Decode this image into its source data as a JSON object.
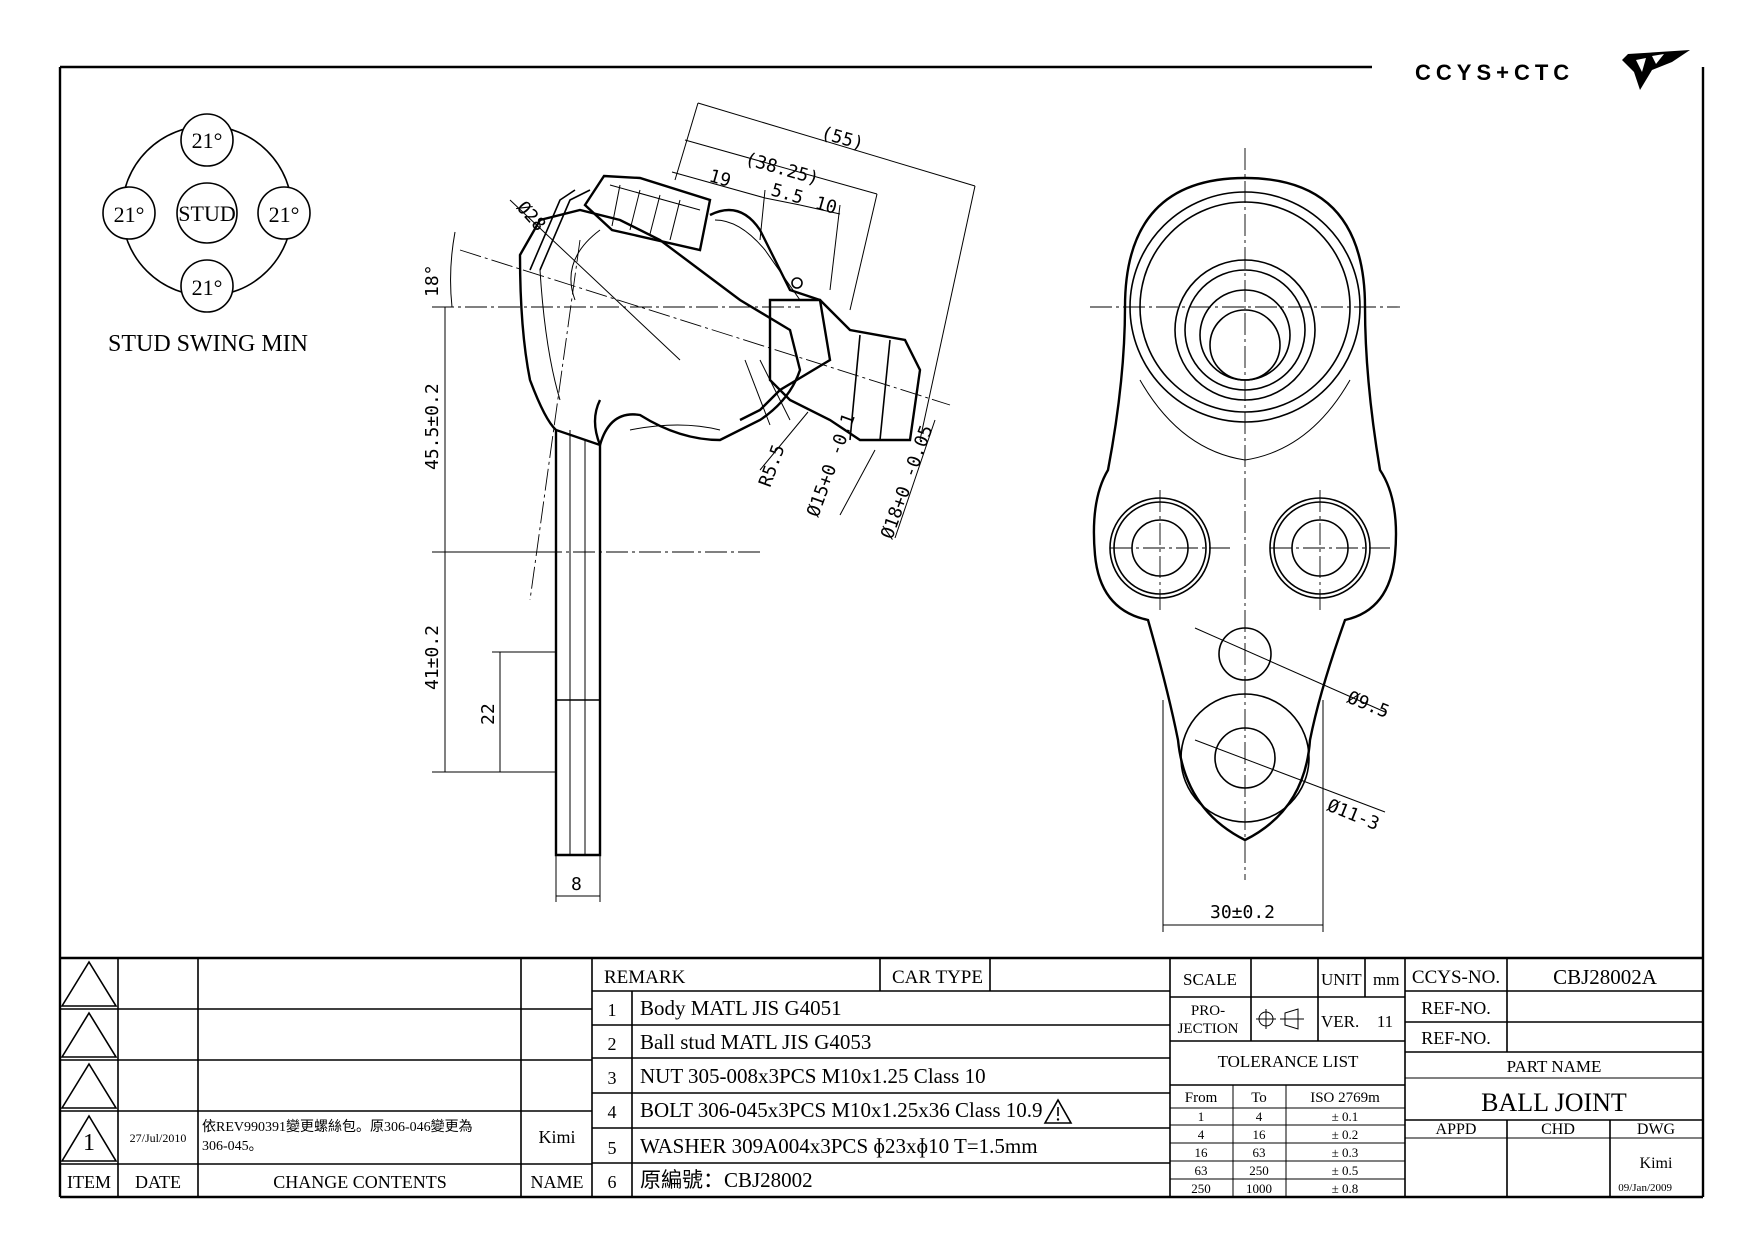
{
  "logo": {
    "text": "CCYS+CTC"
  },
  "swing": {
    "center": "STUD",
    "angles": [
      "21°",
      "21°",
      "21°",
      "21°"
    ],
    "caption": "STUD SWING MIN"
  },
  "dims": {
    "d55": "(55)",
    "d3825": "(38.25)",
    "d19": "19",
    "d55b": "5.5",
    "d10": "10",
    "dia28": "Ø28",
    "ang18": "18°",
    "d455": "45.5±0.2",
    "d41": "41±0.2",
    "d22": "22",
    "d8": "8",
    "r55": "R5.5",
    "dia15": "Ø15+0 -0.1",
    "dia18": "Ø18+0 -0.05",
    "dia95": "Ø9.5",
    "dia11": "Ø11-3",
    "d30": "30±0.2"
  },
  "revision": {
    "rows": [
      {
        "item": "",
        "date": "",
        "content": "",
        "name": ""
      },
      {
        "item": "",
        "date": "",
        "content": "",
        "name": ""
      },
      {
        "item": "",
        "date": "",
        "content": "",
        "name": ""
      },
      {
        "item": "1",
        "date": "27/Jul/2010",
        "content_line1": "依REV990391變更螺絲包。原306-046變更為",
        "content_line2": "306-045。",
        "name": "Kimi"
      }
    ],
    "headers": {
      "item": "ITEM",
      "date": "DATE",
      "content": "CHANGE CONTENTS",
      "name": "NAME"
    }
  },
  "remark": {
    "label": "REMARK",
    "car_type_label": "CAR TYPE",
    "car_type_value": "",
    "items": [
      {
        "no": "1",
        "text": "Body MATL JIS G4051"
      },
      {
        "no": "2",
        "text": "Ball stud MATL JIS G4053"
      },
      {
        "no": "3",
        "text": "NUT 305-008x3PCS M10x1.25 Class 10"
      },
      {
        "no": "4",
        "text": "BOLT 306-045x3PCS M10x1.25x36 Class 10.9"
      },
      {
        "no": "5",
        "text": "WASHER 309A004x3PCS ɸ23xɸ10 T=1.5mm"
      },
      {
        "no": "6",
        "text": "原編號：CBJ28002"
      }
    ]
  },
  "info": {
    "scale_label": "SCALE",
    "scale_value": "",
    "unit_label": "UNIT",
    "unit_value": "mm",
    "projection_label1": "PRO-",
    "projection_label2": "JECTION",
    "ver_label": "VER.",
    "ver_value": "11",
    "tolerance_title": "TOLERANCE LIST",
    "tolerance_headers": [
      "From",
      "To",
      "ISO 2769m"
    ],
    "tolerance_rows": [
      [
        "1",
        "4",
        "± 0.1"
      ],
      [
        "4",
        "16",
        "± 0.2"
      ],
      [
        "16",
        "63",
        "± 0.3"
      ],
      [
        "63",
        "250",
        "± 0.5"
      ],
      [
        "250",
        "1000",
        "± 0.8"
      ]
    ]
  },
  "title_block": {
    "ccys_no_label": "CCYS-NO.",
    "ccys_no_value": "CBJ28002A",
    "ref_no_label1": "REF-NO.",
    "ref_no_value1": "",
    "ref_no_label2": "REF-NO.",
    "ref_no_value2": "",
    "part_name_label": "PART NAME",
    "part_name_value": "BALL JOINT",
    "appd_label": "APPD",
    "chd_label": "CHD",
    "dwg_label": "DWG",
    "appd_value": "",
    "chd_value": "",
    "dwg_value": "Kimi",
    "dwg_date": "09/Jan/2009"
  }
}
